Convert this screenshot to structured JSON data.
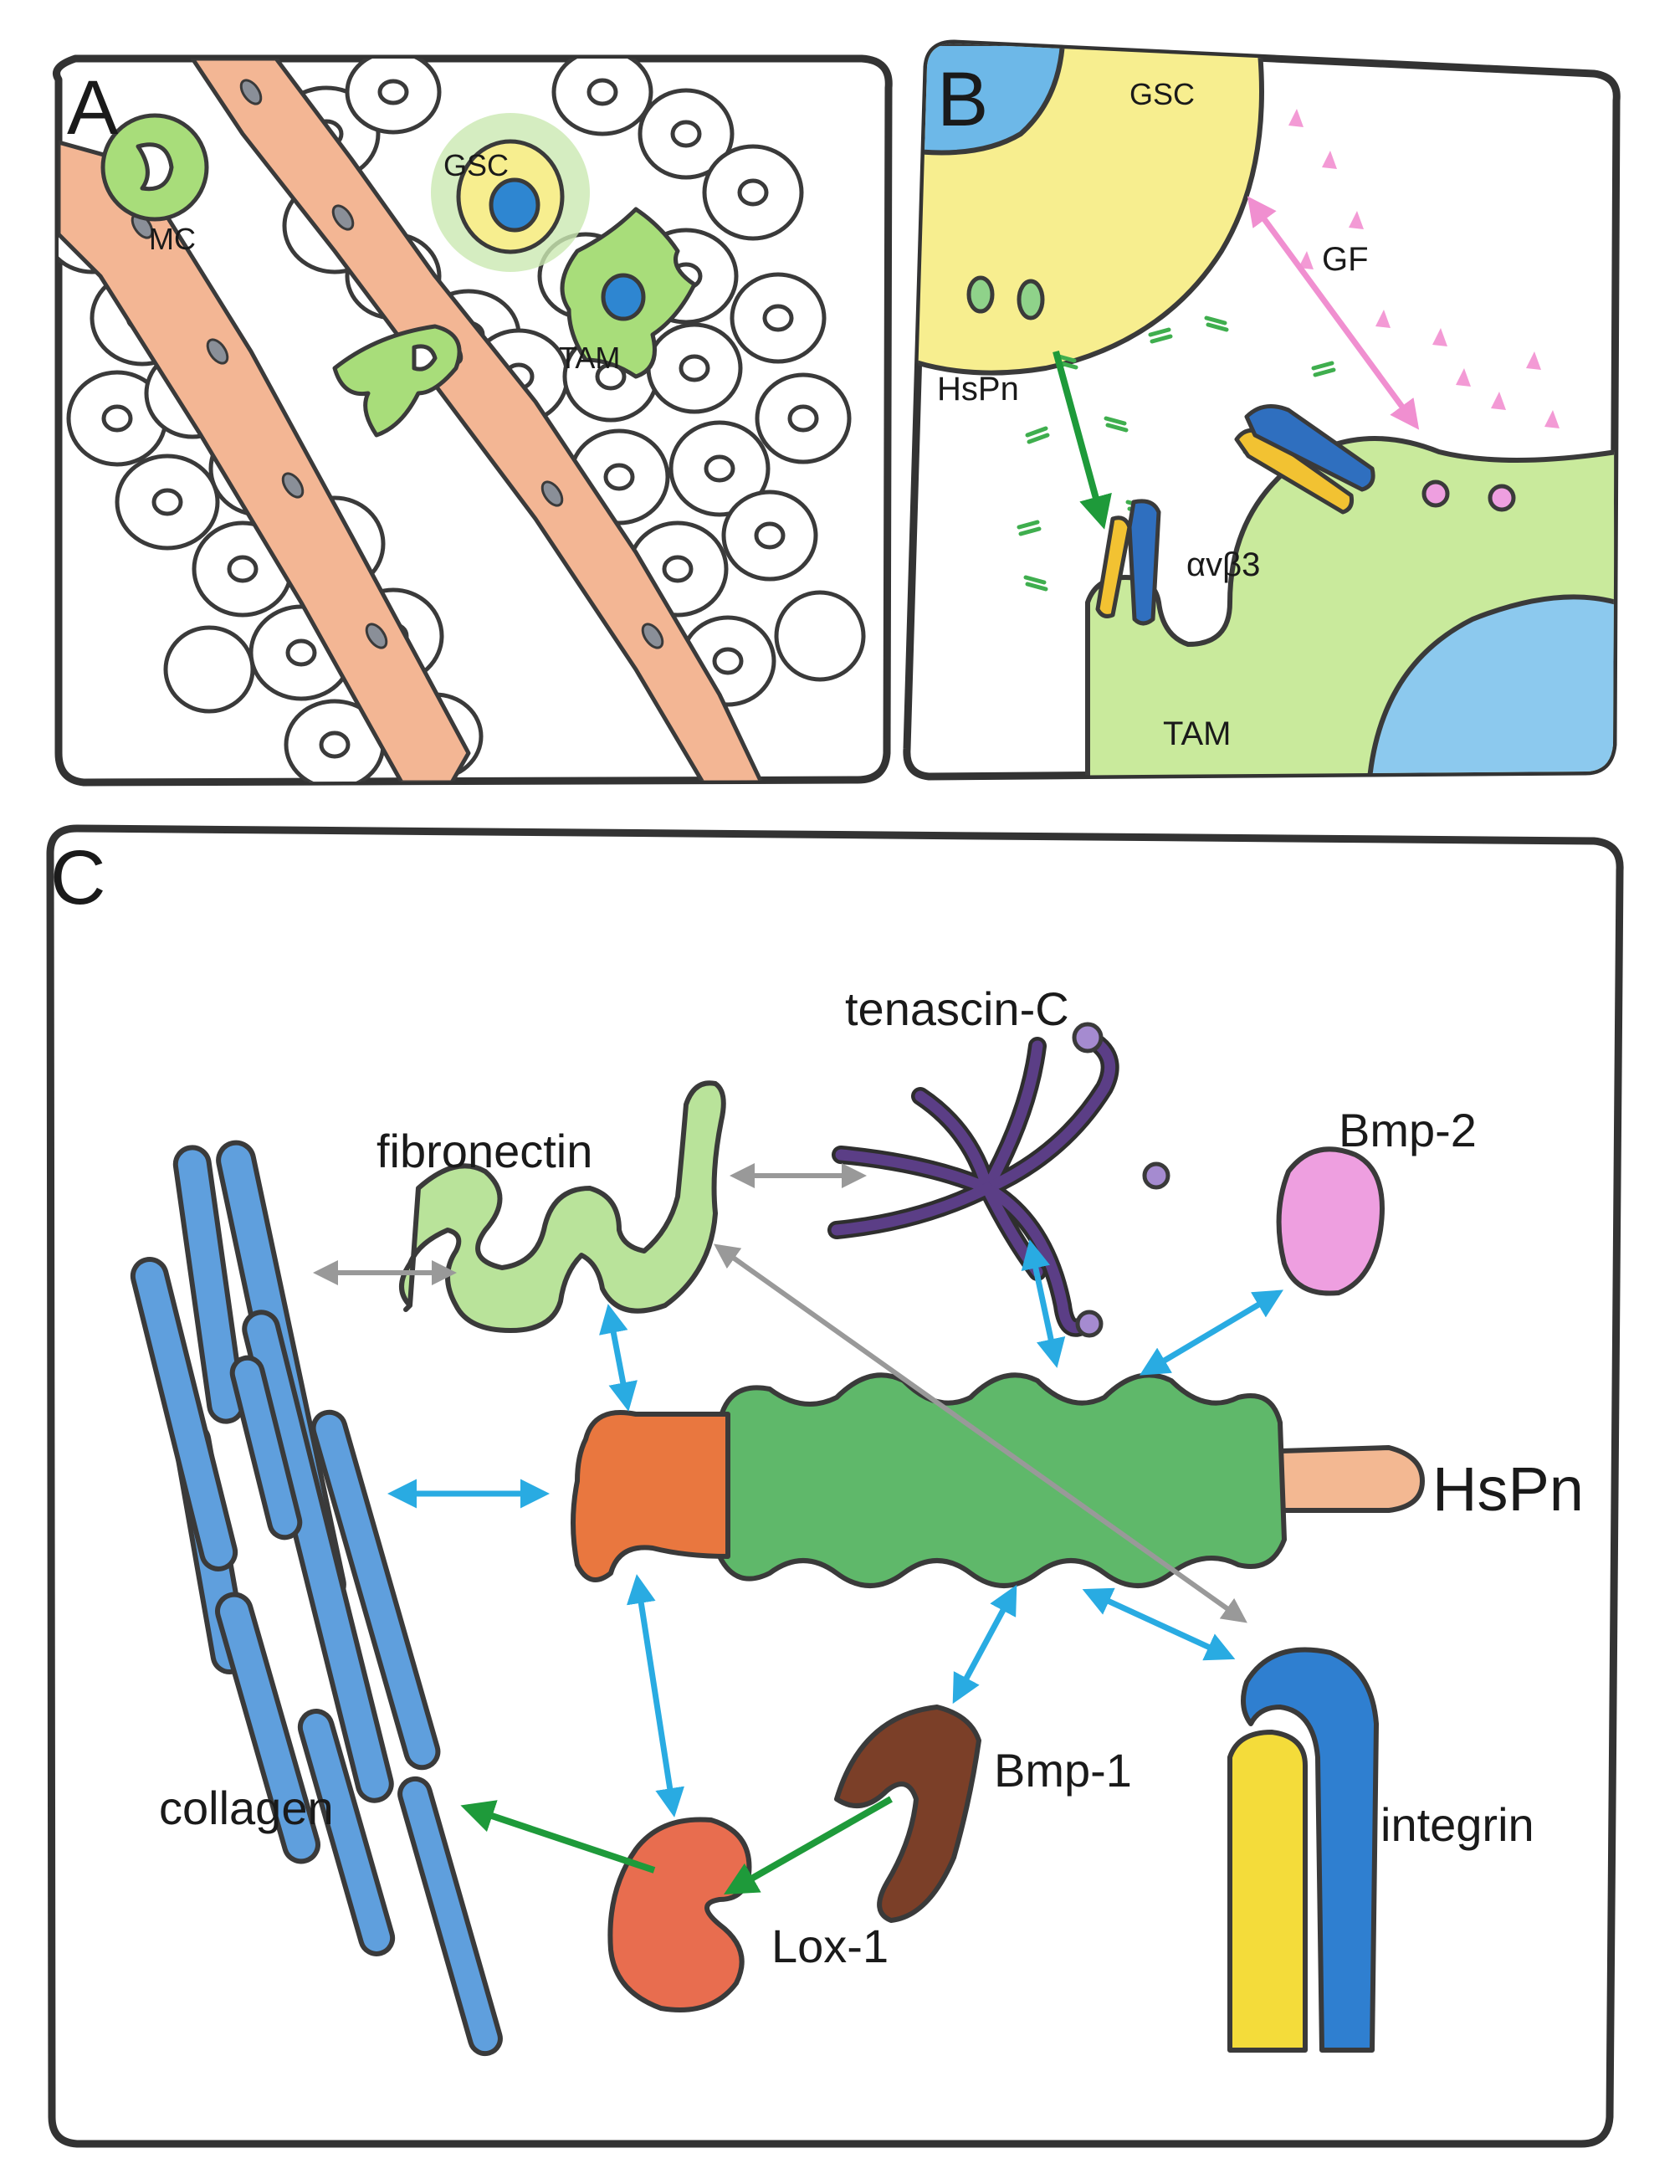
{
  "panels": {
    "a": {
      "letter": "A",
      "labels": {
        "mc": "MC",
        "gsc": "GSC",
        "tam": "TAM"
      }
    },
    "b": {
      "letter": "B",
      "labels": {
        "gsc": "GSC",
        "gf": "GF",
        "hspn": "HsPn",
        "integrin": "αvβ3",
        "tam": "TAM"
      }
    },
    "c": {
      "letter": "C",
      "labels": {
        "tenascin": "tenascin-C",
        "fibronectin": "fibronectin",
        "bmp2": "Bmp-2",
        "hspn": "HsPn",
        "collagen": "collagen",
        "bmp1": "Bmp-1",
        "lox1": "Lox-1",
        "integrin": "integrin"
      }
    }
  },
  "colors": {
    "vessel": "#f3b694",
    "gsc_cell": "#f7ee8f",
    "gsc_nucleus": "#2e86d1",
    "green_cell": "#a8dd7a",
    "tam_region": "#c9ea9c",
    "blue_nucleus": "#8cc9ee",
    "fibronectin": "#b9e39a",
    "tenascin": "#5b3e86",
    "bmp2": "#ee9fe0",
    "hspn_body": "#5fb86a",
    "hspn_core": "#e9773f",
    "hspn_tail": "#f3b892",
    "collagen": "#5f9fdd",
    "bmp1": "#7b3f28",
    "lox1": "#e86d4f",
    "integrin_blue": "#2f7fd0",
    "integrin_yellow": "#f4dc3a",
    "arrow_blue": "#29abe2",
    "arrow_gray": "#999999",
    "arrow_green": "#1e9a3a",
    "arrow_pink": "#f08fd0"
  }
}
